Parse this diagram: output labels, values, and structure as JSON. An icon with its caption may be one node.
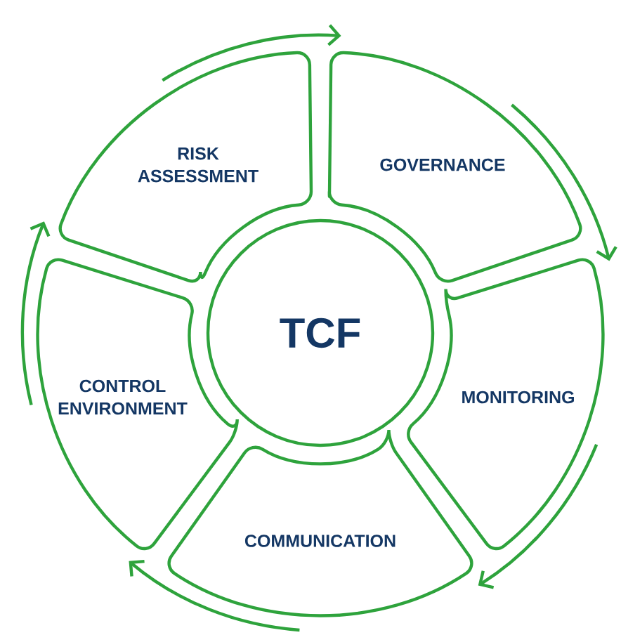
{
  "diagram": {
    "nodes": [
      {
        "text": [
          "TCF"
        ]
      },
      {
        "text": [
          "RISK ASSESSMENT"
        ]
      },
      {
        "text": [
          "GOVERNANCE"
        ]
      },
      {
        "text": [
          "MONITORING"
        ]
      },
      {
        "text": [
          "COMMUNICATION"
        ]
      },
      {
        "text": [
          "CONTROL ENVIRONMENT"
        ]
      }
    ],
    "edges": [
      {
        "from": 1,
        "to": 2,
        "arrow": "to"
      },
      {
        "from": 2,
        "to": 3,
        "arrow": "to"
      },
      {
        "from": 3,
        "to": 4,
        "arrow": "to"
      },
      {
        "from": 4,
        "to": 5,
        "arrow": "to"
      },
      {
        "from": 5,
        "to": 1,
        "arrow": "to"
      }
    ]
  }
}
